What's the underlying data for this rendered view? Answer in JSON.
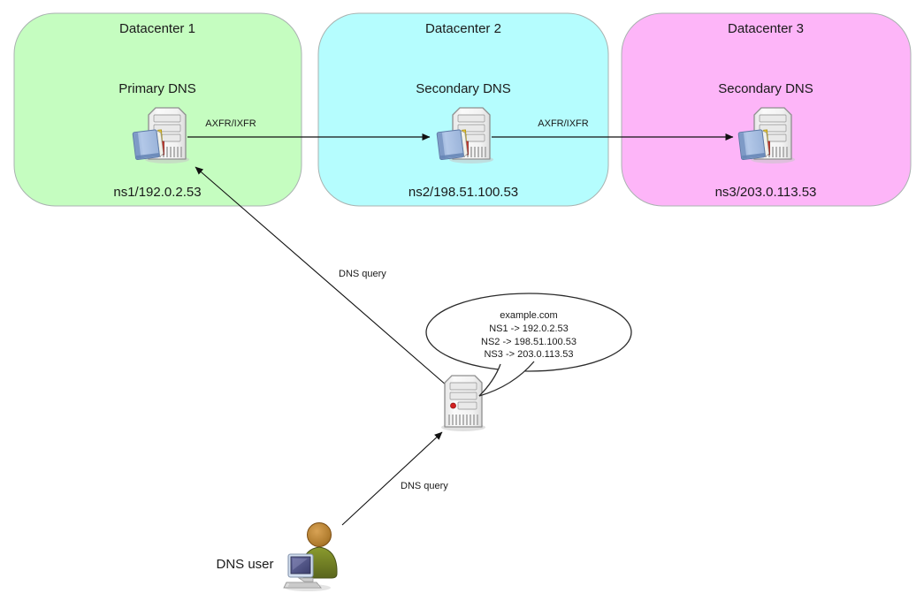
{
  "datacenters": [
    {
      "title": "Datacenter 1",
      "role": "Primary DNS",
      "address": "ns1/192.0.2.53",
      "color": "#c5fdc0"
    },
    {
      "title": "Datacenter 2",
      "role": "Secondary DNS",
      "address": "ns2/198.51.100.53",
      "color": "#b5fdfe"
    },
    {
      "title": "Datacenter 3",
      "role": "Secondary DNS",
      "address": "ns3/203.0.113.53",
      "color": "#fdb5f8"
    }
  ],
  "transfers": {
    "label": "AXFR/IXFR"
  },
  "queries": {
    "label": "DNS query"
  },
  "resolver_bubble": {
    "lines": [
      "example.com",
      "NS1 -> 192.0.2.53",
      "NS2 -> 198.51.100.53",
      "NS3 -> 203.0.113.53"
    ]
  },
  "user": {
    "label": "DNS user"
  },
  "icons": {
    "datacenter_server": "server-tower-with-zone-book-icon",
    "resolver": "dns-resolver-server-icon",
    "user": "person-at-computer-icon"
  },
  "colors": {
    "arrow": "#111111",
    "box_border": "#a9b2b0",
    "bubble_stroke": "#2a2a2a"
  }
}
